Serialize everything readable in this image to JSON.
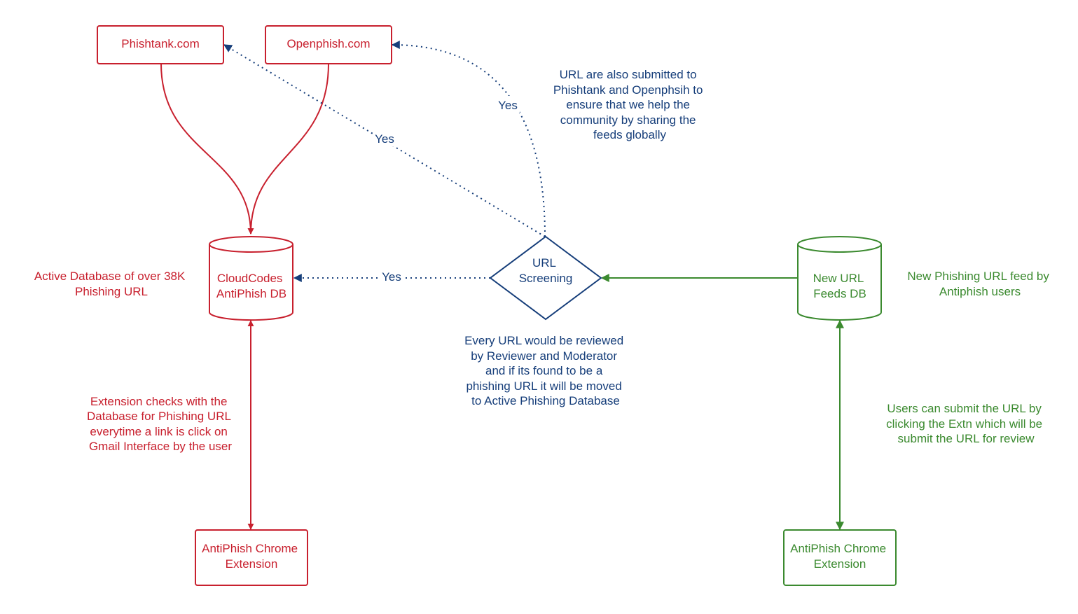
{
  "colors": {
    "red": "#c8202e",
    "blue": "#163e7a",
    "green": "#3b8a2f",
    "background": "#ffffff"
  },
  "nodes": {
    "phishtank": "Phishtank.com",
    "openphish": "Openphish.com",
    "cloudcodes_db": [
      "CloudCodes",
      "AntiPhish DB"
    ],
    "url_screening": [
      "URL",
      "Screening"
    ],
    "new_url_feeds_db": [
      "New URL",
      "Feeds DB"
    ],
    "chrome_ext_left": [
      "AntiPhish Chrome",
      "Extension"
    ],
    "chrome_ext_right": [
      "AntiPhish Chrome",
      "Extension"
    ]
  },
  "edge_labels": {
    "yes_phishtank": "Yes",
    "yes_openphish": "Yes",
    "yes_cloudcodes": "Yes"
  },
  "annotations": {
    "active_db": [
      "Active Database of over 38K",
      "Phishing URL"
    ],
    "submitted_to_community": [
      "URL are also submitted to",
      "Phishtank and Openphsih to",
      "ensure that we help the",
      "community by sharing the",
      "feeds globally"
    ],
    "new_feed": [
      "New Phishing URL feed by",
      "Antiphish users"
    ],
    "review_process": [
      "Every URL would be reviewed",
      "by Reviewer and Moderator",
      "and if its found to be a",
      "phishing URL it will be moved",
      "to Active Phishing Database"
    ],
    "extension_checks": [
      "Extension checks with the",
      "Database for Phishing URL",
      "everytime a link is click on",
      "Gmail Interface by the user"
    ],
    "users_submit": [
      "Users can submit the URL by",
      "clicking the Extn which will be",
      "submit the URL for review"
    ]
  }
}
